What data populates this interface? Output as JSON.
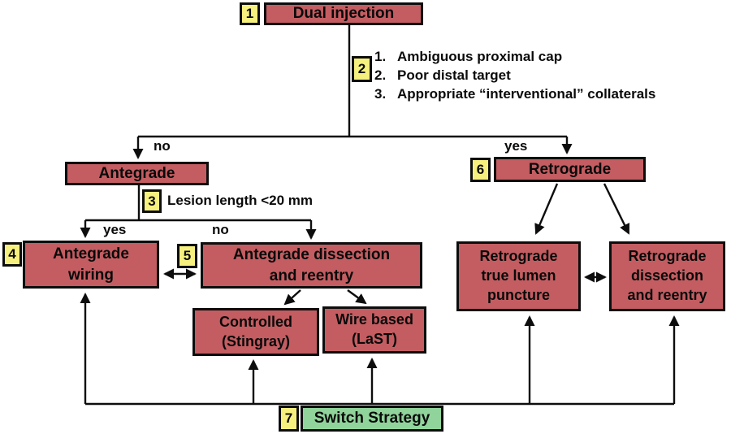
{
  "palette": {
    "red": "#c35d61",
    "yellow": "#f6f07e",
    "green": "#90d49b",
    "bg": "#ffffff"
  },
  "tags": {
    "t1": "1",
    "t2": "2",
    "t3": "3",
    "t4": "4",
    "t5": "5",
    "t6": "6",
    "t7": "7"
  },
  "nodes": {
    "dual_injection": {
      "label": "Dual injection"
    },
    "antegrade": {
      "label": "Antegrade"
    },
    "antegrade_wiring": {
      "label": "Antegrade\nwiring"
    },
    "antegrade_dissection": {
      "label": "Antegrade dissection\nand reentry"
    },
    "controlled_stingray": {
      "label": "Controlled\n(Stingray)"
    },
    "wire_based_last": {
      "label": "Wire based\n(LaST)"
    },
    "retrograde": {
      "label": "Retrograde"
    },
    "retro_true_lumen": {
      "label": "Retrograde\ntrue lumen\npuncture"
    },
    "retro_dissection": {
      "label": "Retrograde\ndissection\nand reentry"
    },
    "switch_strategy": {
      "label": "Switch Strategy"
    }
  },
  "criteria": {
    "items": [
      {
        "num": "1.",
        "text": "Ambiguous proximal cap"
      },
      {
        "num": "2.",
        "text": "Poor distal target"
      },
      {
        "num": "3.",
        "text": "Appropriate “interventional” collaterals"
      }
    ]
  },
  "edge_labels": {
    "no_top": "no",
    "yes_top": "yes",
    "yes_left": "yes",
    "no_mid": "no",
    "lesion": "Lesion length <20 mm"
  }
}
